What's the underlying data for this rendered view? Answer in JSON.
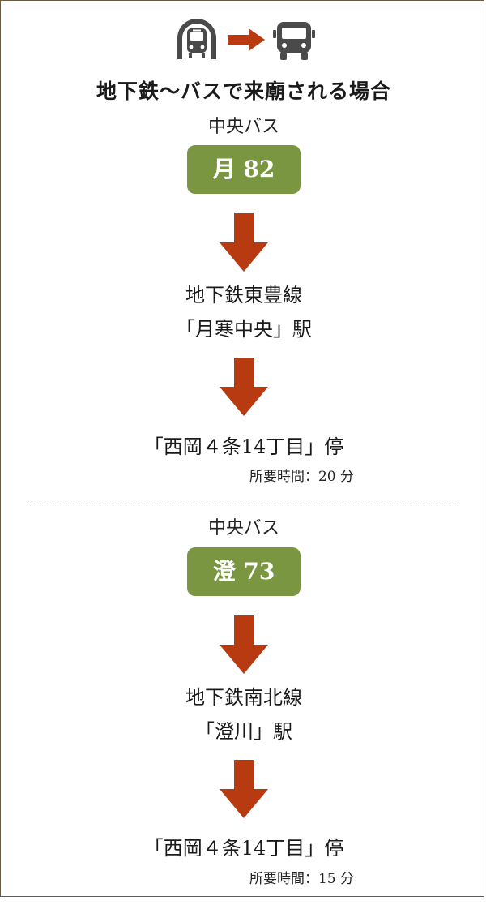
{
  "header": {
    "title": "地下鉄～バスで来廟される場合",
    "icons": [
      "subway-icon",
      "arrow-right-icon",
      "bus-icon"
    ]
  },
  "colors": {
    "accent_arrow": "#b83a10",
    "badge_green": "#7a9640",
    "icon_gray": "#4a4a4a",
    "border": "#6b5a3d"
  },
  "route1": {
    "company": "中央バス",
    "bus_line": "月 82",
    "station_line": "地下鉄東豊線",
    "station": "「月寒中央」駅",
    "stop": "「西岡４条14丁目」停",
    "time": "所要時間：20 分"
  },
  "route2": {
    "company": "中央バス",
    "bus_line": "澄 73",
    "station_line": "地下鉄南北線",
    "station": "「澄川」駅",
    "stop": "「西岡４条14丁目」停",
    "time": "所要時間：15 分"
  }
}
